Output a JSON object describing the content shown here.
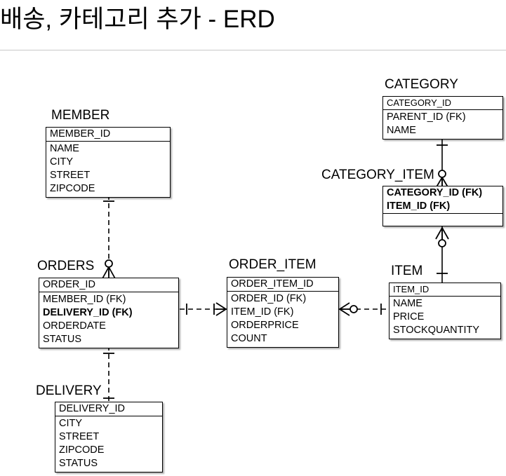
{
  "header": {
    "title": "배송, 카테고리 추가 - ERD"
  },
  "diagram": {
    "type": "erd",
    "notation": "crows-foot",
    "entities": [
      {
        "id": "member",
        "name": "MEMBER",
        "pk": [
          "MEMBER_ID"
        ],
        "attributes": [
          "NAME",
          "CITY",
          "STREET",
          "ZIPCODE"
        ]
      },
      {
        "id": "orders",
        "name": "ORDERS",
        "pk": [
          "ORDER_ID"
        ],
        "attributes": [
          "MEMBER_ID (FK)",
          "DELIVERY_ID (FK)",
          "ORDERDATE",
          "STATUS"
        ]
      },
      {
        "id": "delivery",
        "name": "DELIVERY",
        "pk": [
          "DELIVERY_ID"
        ],
        "attributes": [
          "CITY",
          "STREET",
          "ZIPCODE",
          "STATUS"
        ]
      },
      {
        "id": "order_item",
        "name": "ORDER_ITEM",
        "pk": [
          "ORDER_ITEM_ID"
        ],
        "attributes": [
          "ORDER_ID (FK)",
          "ITEM_ID (FK)",
          "ORDERPRICE",
          "COUNT"
        ]
      },
      {
        "id": "item",
        "name": "ITEM",
        "pk": [
          "ITEM_ID"
        ],
        "attributes": [
          "NAME",
          "PRICE",
          "STOCKQUANTITY"
        ]
      },
      {
        "id": "category",
        "name": "CATEGORY",
        "pk": [
          "CATEGORY_ID"
        ],
        "attributes": [
          "PARENT_ID (FK)",
          "NAME"
        ]
      },
      {
        "id": "category_item",
        "name": "CATEGORY_ITEM",
        "pk": [
          "CATEGORY_ID (FK)",
          "ITEM_ID (FK)"
        ],
        "attributes": []
      }
    ],
    "relationships": [
      {
        "id": "member-orders",
        "from": "MEMBER",
        "to": "ORDERS",
        "line": "dashed",
        "from_cardinality": "one",
        "to_cardinality": "zero-or-many"
      },
      {
        "id": "orders-delivery",
        "from": "ORDERS",
        "to": "DELIVERY",
        "line": "dashed",
        "from_cardinality": "one",
        "to_cardinality": "one"
      },
      {
        "id": "orders-order_item",
        "from": "ORDERS",
        "to": "ORDER_ITEM",
        "line": "dashed",
        "from_cardinality": "one",
        "to_cardinality": "one-or-many"
      },
      {
        "id": "order_item-item",
        "from": "ORDER_ITEM",
        "to": "ITEM",
        "line": "dashed",
        "from_cardinality": "zero-or-many",
        "to_cardinality": "one"
      },
      {
        "id": "category-category_item",
        "from": "CATEGORY",
        "to": "CATEGORY_ITEM",
        "line": "solid",
        "from_cardinality": "one",
        "to_cardinality": "zero-or-many"
      },
      {
        "id": "category_item-item",
        "from": "CATEGORY_ITEM",
        "to": "ITEM",
        "line": "solid",
        "from_cardinality": "zero-or-many",
        "to_cardinality": "one"
      }
    ]
  }
}
